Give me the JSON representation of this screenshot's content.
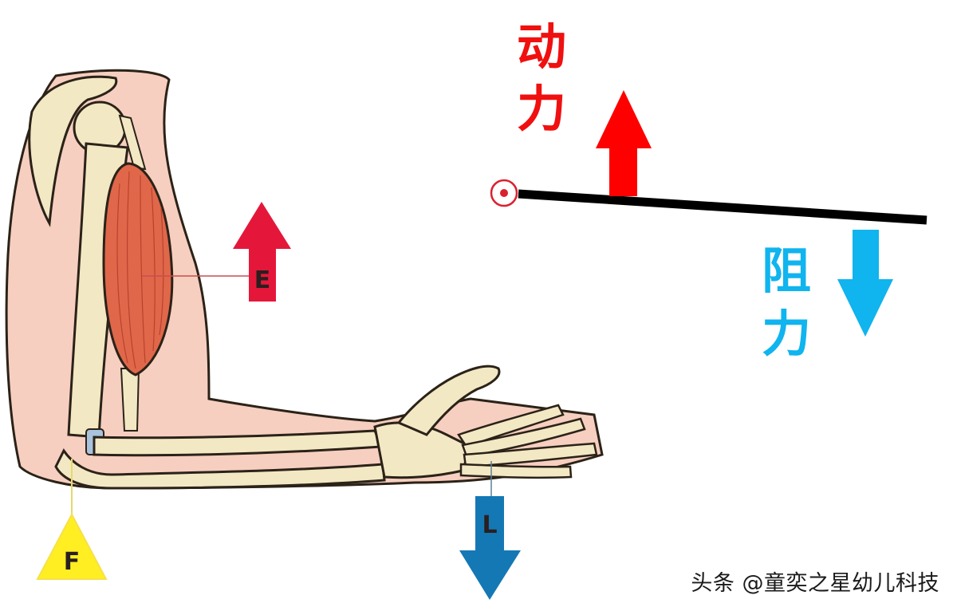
{
  "arm_diagram": {
    "effort_letter": "E",
    "load_letter": "L",
    "fulcrum_letter": "F"
  },
  "lever_diagram": {
    "effort_label": {
      "line1": "动",
      "line2": "力"
    },
    "resistance_label": {
      "line1": "阻",
      "line2": "力"
    }
  },
  "watermark": "头条 @童奕之星幼儿科技",
  "colors": {
    "effort_red": "#e4173a",
    "effort_label_red": "#f01010",
    "load_blue": "#1478b4",
    "resistance_blue": "#10b4ee",
    "fulcrum_yellow": "#ffee22",
    "bone": "#f3e8c4",
    "bone_outline": "#2b2218",
    "muscle": "#e0674a",
    "skin": "#f6cfc0"
  },
  "icons": [
    "pivot-circle-icon",
    "effort-arrow-up-icon",
    "resistance-arrow-down-icon",
    "fulcrum-triangle-icon"
  ]
}
